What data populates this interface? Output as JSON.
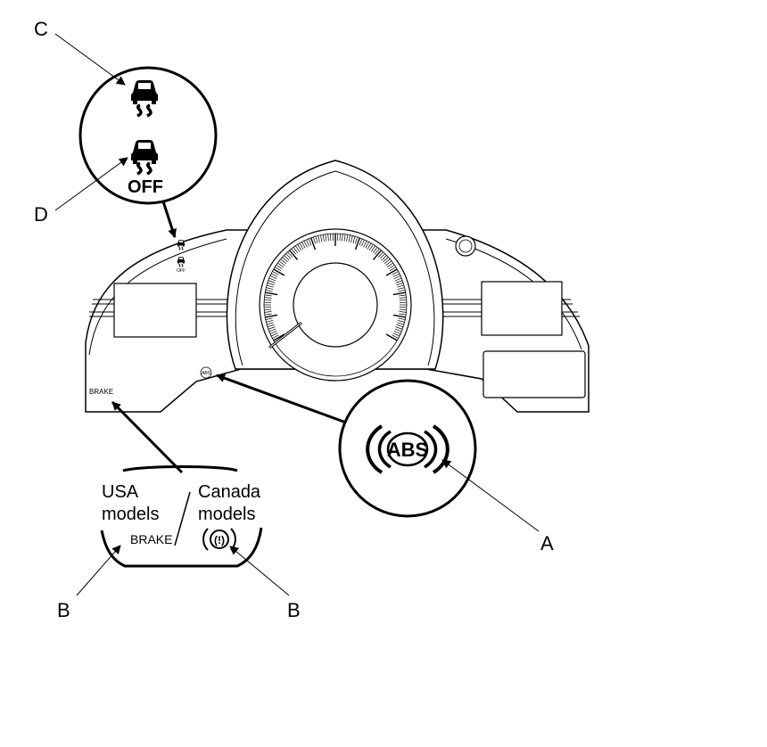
{
  "callouts": {
    "a": "A",
    "b_left": "B",
    "b_right": "B",
    "c": "C",
    "d": "D"
  },
  "cluster": {
    "brake_label": "BRAKE",
    "abs_small_label": "ABS",
    "off_small_label": "OFF"
  },
  "indicators": {
    "vsa_off_label": "OFF",
    "abs_label": "ABS",
    "brake_label": "BRAKE",
    "canada_symbol": "(!)"
  },
  "models": {
    "usa_line1": "USA",
    "usa_line2": "models",
    "canada_line1": "Canada",
    "canada_line2": "models"
  }
}
